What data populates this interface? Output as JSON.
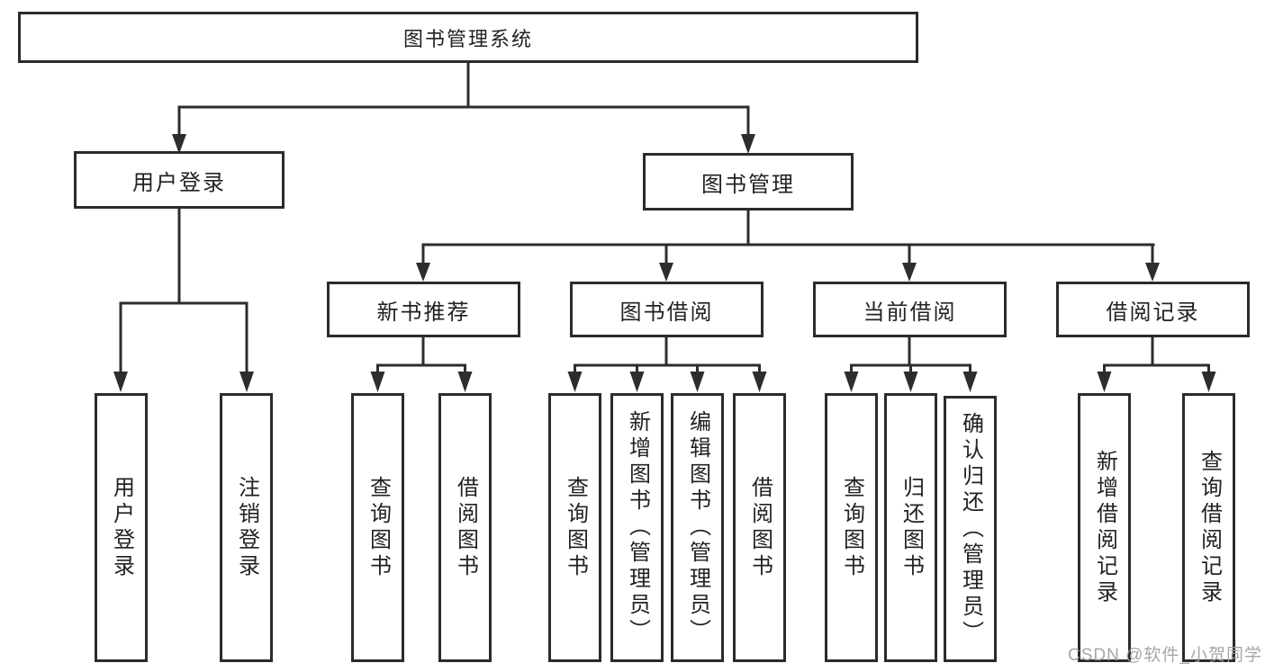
{
  "diagram_type": "tree",
  "tree": {
    "label": "图书管理系统",
    "children": [
      {
        "label": "用户登录",
        "children": [
          {
            "label": "用户登录"
          },
          {
            "label": "注销登录"
          }
        ]
      },
      {
        "label": "图书管理",
        "children": [
          {
            "label": "新书推荐",
            "children": [
              {
                "label": "查询图书"
              },
              {
                "label": "借阅图书"
              }
            ]
          },
          {
            "label": "图书借阅",
            "children": [
              {
                "label": "查询图书"
              },
              {
                "label": "新增图书（管理员）"
              },
              {
                "label": "编辑图书（管理员）"
              },
              {
                "label": "借阅图书"
              }
            ]
          },
          {
            "label": "当前借阅",
            "children": [
              {
                "label": "查询图书"
              },
              {
                "label": "归还图书"
              },
              {
                "label": "确认归还（管理员）"
              }
            ]
          },
          {
            "label": "借阅记录",
            "children": [
              {
                "label": "新增借阅记录"
              },
              {
                "label": "查询借阅记录"
              }
            ]
          }
        ]
      }
    ]
  },
  "watermark": "CSDN @软件_小贺同学",
  "colors": {
    "background": "#ffffff",
    "box_border": "#2b2b2b",
    "box_fill": "#ffffff",
    "line": "#2d2d2d",
    "text": "#222222",
    "watermark": "#9e9e9e"
  }
}
